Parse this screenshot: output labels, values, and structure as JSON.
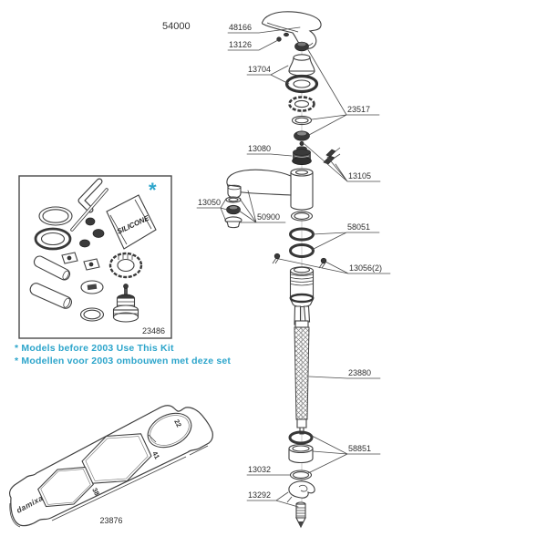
{
  "model_number": "54000",
  "parts": {
    "handle_kit": "48166",
    "handle_screw": "13126",
    "dome_kit": "13704",
    "bearing_kit": "23517",
    "cartridge": "13080",
    "clip_set": "13105",
    "aerator_kit": "13050",
    "spout_assembly": "50900",
    "oring_set": "58051",
    "screw_set": "13056(2)",
    "supply_hose": "23880",
    "base_seal_kit": "58851",
    "base_washer": "13032",
    "mounting_clamp": "13292"
  },
  "conversion_kit": {
    "part_number": "23486",
    "marker": "*",
    "sachet_label": "SILICONE"
  },
  "notes": {
    "english": "* Models before 2003 Use This Kit",
    "dutch": "* Modellen voor 2003 ombouwen met deze set"
  },
  "wrench_plate": {
    "part_number": "23876",
    "brand": "damixa",
    "hole_sizes": [
      "22",
      "41",
      "38"
    ]
  },
  "colors": {
    "accent": "#2da5cb",
    "line": "#3f3f3f"
  }
}
